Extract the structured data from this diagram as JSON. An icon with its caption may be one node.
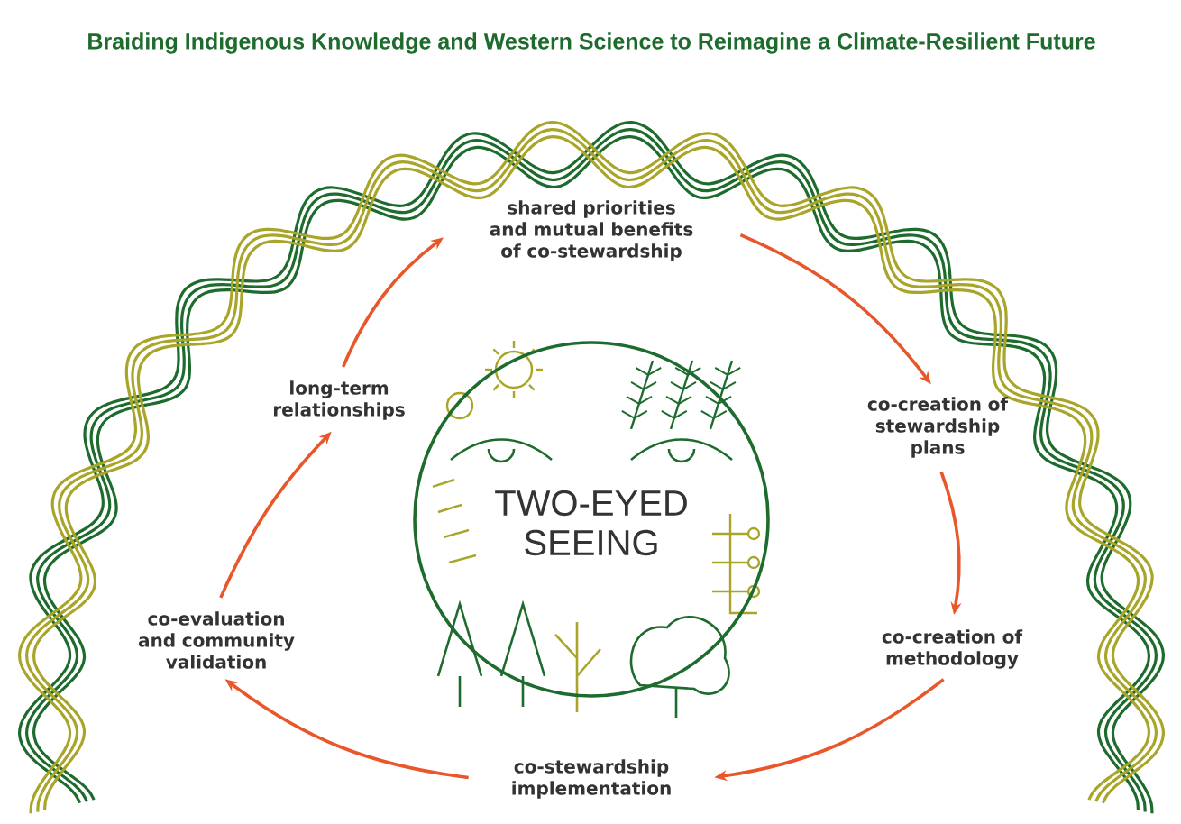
{
  "diagram": {
    "title": "Braiding Indigenous Knowledge and Western Science to Reimagine a Climate-Resilient Future",
    "nodes": [
      {
        "text": [
          "TWO-EYED SEEING"
        ]
      },
      {
        "text": [
          "shared priorities and mutual benefits of co-stewardship"
        ]
      },
      {
        "text": [
          "co-creation of stewardship plans"
        ]
      },
      {
        "text": [
          "co-creation of methodology"
        ]
      },
      {
        "text": [
          "co-stewardship implementation"
        ]
      },
      {
        "text": [
          "co-evaluation and community validation"
        ]
      },
      {
        "text": [
          "long-term relationships"
        ]
      }
    ],
    "edges": [
      {
        "from": 1,
        "to": 2,
        "arrow": "to"
      },
      {
        "from": 2,
        "to": 3,
        "arrow": "to"
      },
      {
        "from": 3,
        "to": 4,
        "arrow": "to"
      },
      {
        "from": 4,
        "to": 5,
        "arrow": "to"
      },
      {
        "from": 5,
        "to": 6,
        "arrow": "to"
      },
      {
        "from": 6,
        "to": 1,
        "arrow": "to"
      }
    ]
  }
}
